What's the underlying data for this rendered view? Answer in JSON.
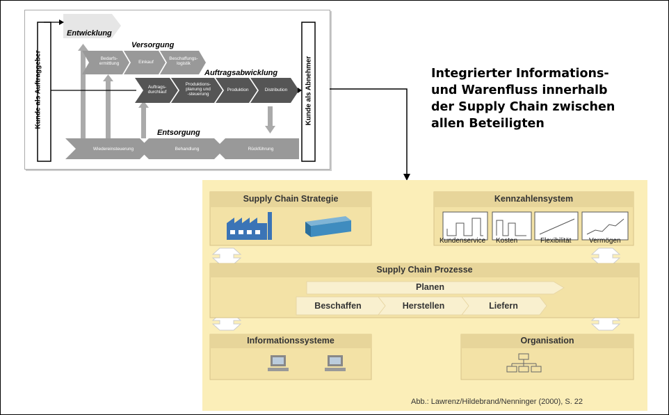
{
  "headline": [
    "Integrierter Informations-",
    "und Warenfluss innerhalb",
    "der Supply Chain zwischen",
    "allen Beteiligten"
  ],
  "flow": {
    "left_label": "Kunde als Auftraggeber",
    "right_label": "Kunde als Abnehmer",
    "entwicklung": "Entwicklung",
    "versorgung": "Versorgung",
    "versorgung_steps": [
      [
        "Bedarfs-",
        "ermittlung"
      ],
      [
        "Einkauf"
      ],
      [
        "Beschaffungs-",
        "logistik"
      ]
    ],
    "auftrag": "Auftragsabwicklung",
    "auftrag_steps": [
      [
        "Auftrags-",
        "durchlauf"
      ],
      [
        "Produktions-",
        "planung und",
        "-steuerung"
      ],
      [
        "Produktion"
      ],
      [
        "Distribution"
      ]
    ],
    "entsorgung": "Entsorgung",
    "entsorgung_steps": [
      "Wiedereinsteuerung",
      "Behandlung",
      "Rückführung"
    ]
  },
  "scm": {
    "strategie": "Supply Chain Strategie",
    "kennzahl": "Kennzahlensystem",
    "kennzahl_items": [
      "Kundenservice",
      "Kosten",
      "Flexibilität",
      "Vermögen"
    ],
    "prozesse": "Supply Chain Prozesse",
    "planen": "Planen",
    "steps": [
      "Beschaffen",
      "Herstellen",
      "Liefern"
    ],
    "info": "Informationssysteme",
    "org": "Organisation",
    "source": "Abb.: Lawrenz/Hildebrand/Nenninger (2000), S. 22"
  },
  "colors": {
    "chevron_light": "#e6e6e6",
    "chevron_mid": "#999999",
    "chevron_dark": "#555555",
    "panel_bg": "#fbeeb8",
    "panel_header": "#e7d59a"
  }
}
